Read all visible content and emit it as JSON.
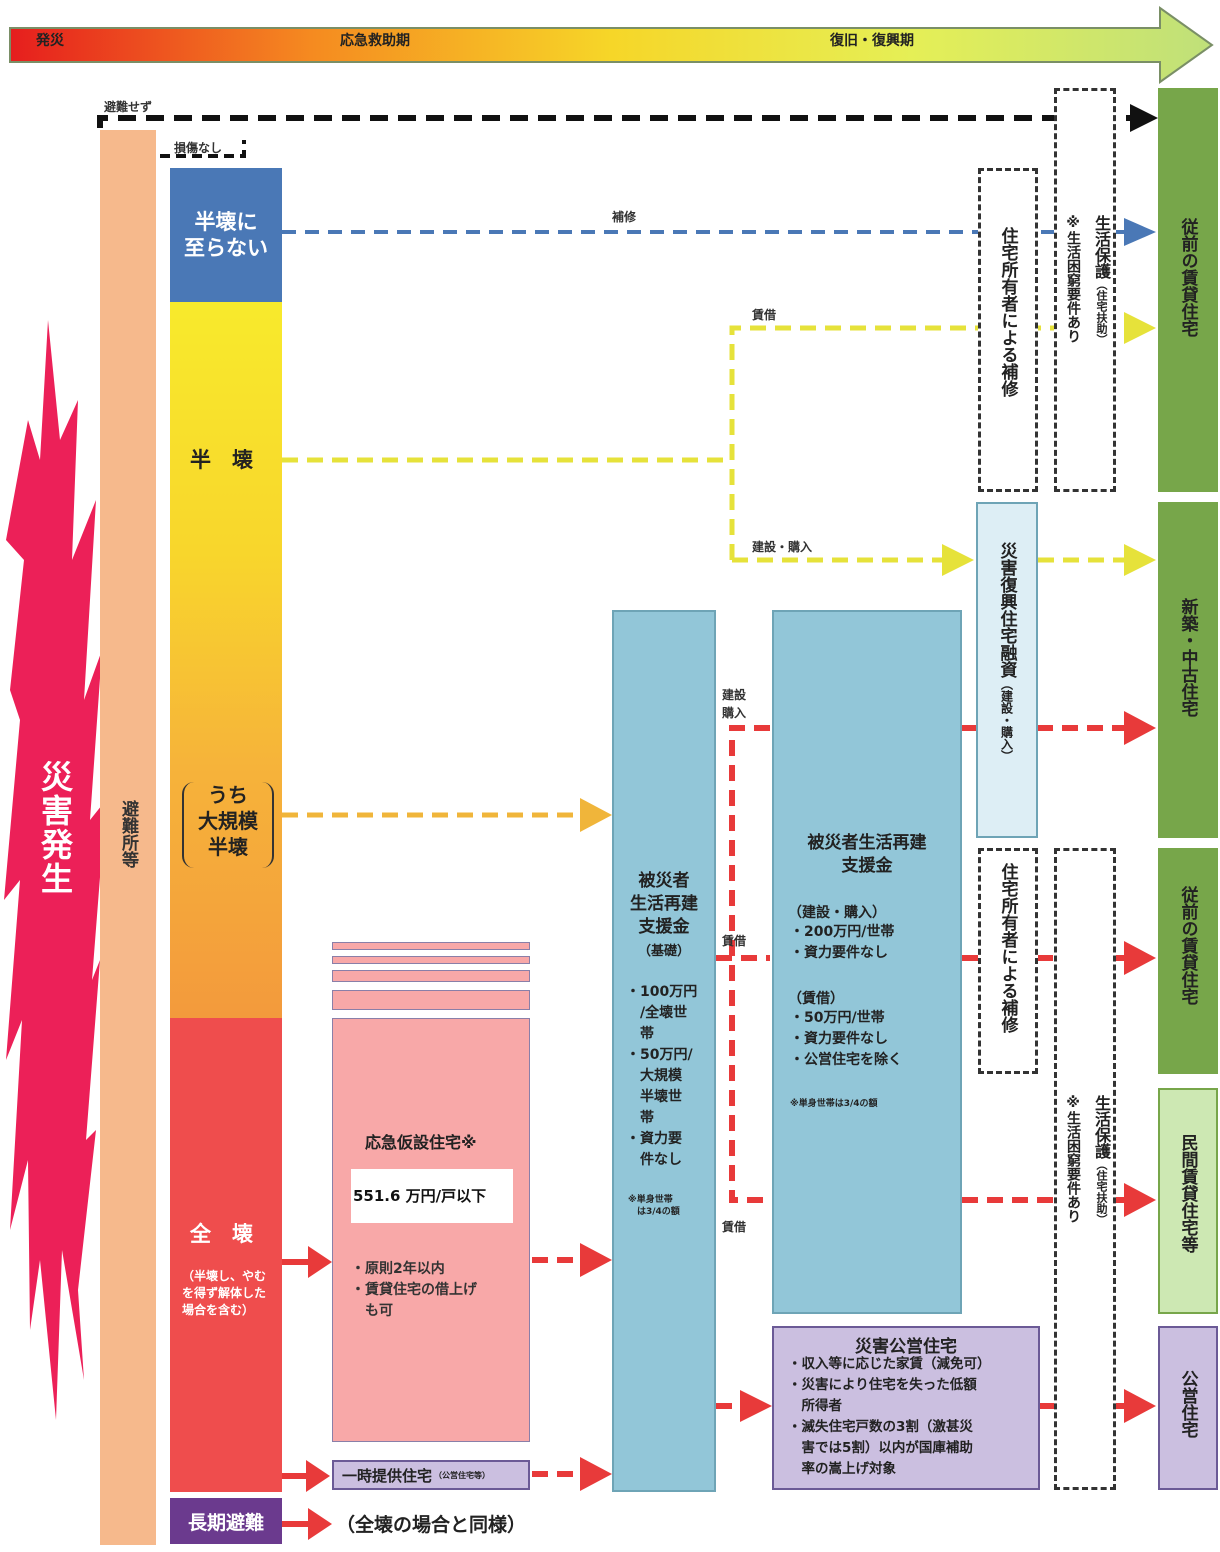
{
  "timeline": {
    "phases": [
      "発災",
      "応急救助期",
      "復旧・復興期"
    ]
  },
  "left": {
    "disaster": "災害発生",
    "shelter": "避難所等",
    "no_evac": "避難せず",
    "no_damage": "損傷なし"
  },
  "damage": {
    "not_half": "半壊に\n至らない",
    "half": "半　壊",
    "large_half": "うち\n大規模\n半壊",
    "full": "全　壊",
    "full_note": "（半壊し、やむを得ず解体した場合を含む）",
    "long_evac": "長期避難",
    "long_evac_note": "（全壊の場合と同様）"
  },
  "temp_housing": {
    "title": "応急仮設住宅※",
    "cost": "551.6 万円/戸以下",
    "bullets": "・原則2年以内\n・賃貸住宅の借上げ\n　も可",
    "temp_provided": "一時提供住宅",
    "temp_provided_note": "（公営住宅等）"
  },
  "basic_support": {
    "title": "被災者\n生活再建\n支援金",
    "subtitle": "（基礎）",
    "bullets": "・100万円\n　/全壊世\n　帯\n・50万円/\n　大規模\n　半壊世\n　帯\n・資力要\n　件なし",
    "note": "※単身世帯\n　は3/4の額"
  },
  "add_support": {
    "title": "被災者生活再建\n支援金",
    "build_head": "（建設・購入）",
    "build_bullets": "・200万円/世帯\n・資力要件なし",
    "rent_head": "（賃借）",
    "rent_bullets": "・50万円/世帯\n・資力要件なし\n・公営住宅を除く",
    "note": "※単身世帯は3/4の額"
  },
  "public_housing": {
    "title": "災害公営住宅",
    "bullets": "・収入等に応じた家賃（減免可）\n・災害により住宅を失った低額\n　所得者\n・滅失住宅戸数の3割（激甚災\n　害では5割）以内が国庫補助\n　率の嵩上げ対象"
  },
  "loan": {
    "title": "災害復興住宅融資",
    "sub": "（建設・購入）"
  },
  "repair": {
    "owner_repair": "住宅所有者による補修"
  },
  "welfare": {
    "title": "生活保護",
    "sub": "（住宅扶助）",
    "note": "※生活困窮要件あり"
  },
  "path_labels": {
    "repair": "補修",
    "rent": "賃借",
    "build_buy": "建設・購入",
    "build": "建設",
    "buy": "購入"
  },
  "outcomes": {
    "prior_rental": "従前の賃貸住宅",
    "new_used": "新築・中古住宅",
    "private_rental": "民間賃貸住宅等",
    "public": "公営住宅"
  },
  "colors": {
    "blue": "#4a78b6",
    "yellow": "#f8ea2c",
    "orange": "#f39a3c",
    "red": "#ef4444",
    "green": "#77a64a",
    "light_green": "#cde8b3",
    "light_blue": "#92c6d8",
    "lavender": "#cbbfe0",
    "pink": "#f8a8a8",
    "shelter": "#f6b98c",
    "magenta": "#ec2058"
  }
}
